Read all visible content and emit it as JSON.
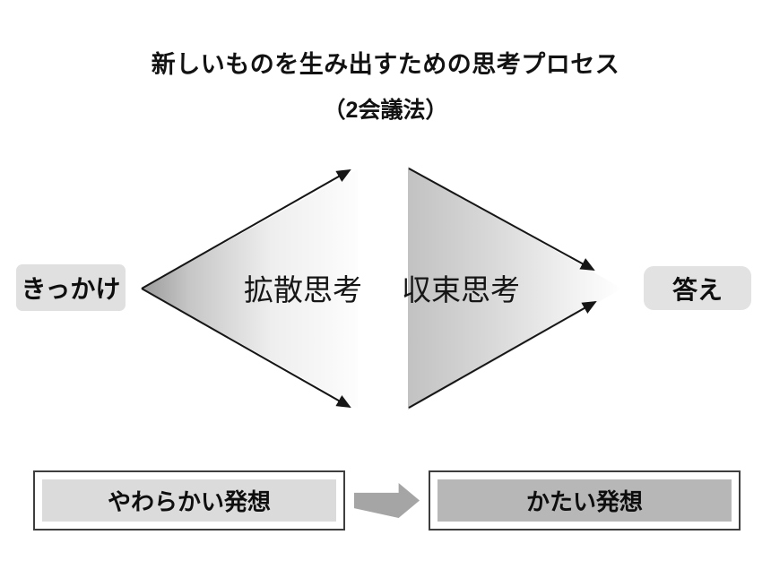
{
  "slide": {
    "title": "新しいものを生み出すための思考プロセス",
    "subtitle": "（2会議法）"
  },
  "process": {
    "input_label": "きっかけ",
    "divergent_label": "拡散思考",
    "convergent_label": "収束思考",
    "output_label": "答え"
  },
  "comparison": {
    "soft_label": "やわらかい発想",
    "hard_label": "かたい発想",
    "arrow_icon": "right-block-arrow"
  },
  "colors": {
    "background": "#ffffff",
    "pill_bg": "#e0e0e0",
    "triangle_gradient_dark": "#9a9a9a",
    "triangle_gradient_light": "#ffffff",
    "stroke": "#161616",
    "soft_box_bg": "#dbdbdb",
    "hard_box_bg": "#b7b7b7",
    "outer_box_border": "#3e3e3e",
    "flow_arrow": "#a5a5a5"
  }
}
